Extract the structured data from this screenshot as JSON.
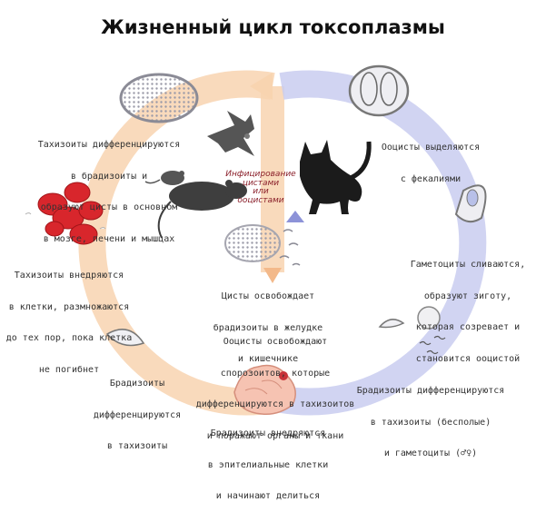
{
  "title": "Жизненный цикл токсоплазмы",
  "center_label": [
    "Инфицирование",
    "цистами",
    "или",
    "ооцистами"
  ],
  "labels": {
    "tachy_to_brady": [
      "Тахизоиты дифференцируются",
      "в брадизоиты и",
      "образуют цисты в основном",
      "в мозге, печени и мышцах"
    ],
    "tachy_invade": [
      "Тахизоиты внедряются",
      "в клетки, размножаются",
      "до тех пор, пока клетка",
      "не погибнет"
    ],
    "brady_to_tachy": [
      "Брадизоиты",
      "дифференцируются",
      "в тахизоиты"
    ],
    "oocysts_fecal": [
      "Ооцисты выделяются",
      "с фекалиями"
    ],
    "gametocytes": [
      "Гаметоциты сливаются,",
      "образуют зиготу,",
      "которая созревает и",
      "становится ооцистой"
    ],
    "cysts_release": [
      "Цисты освобождает",
      "брадизоиты в желудке",
      "и кишечнике"
    ],
    "oocysts_release": [
      "Ооцисты освобождают",
      "спорозоитов, которые",
      "дифференцируются в тахизоитов",
      "и поражают органы и ткани"
    ],
    "brady_gametocytes": [
      "Брадизоиты дифференцируются",
      "в тахизоиты (бесполые)",
      "и гаметоциты (♂♀)"
    ],
    "brady_invade": [
      "Брадизоиты внедряются",
      "в эпителиальные клетки",
      "и начинают делиться"
    ]
  },
  "colors": {
    "left_cycle": "#f8d4b0",
    "right_cycle": "#c9ccf0",
    "title": "#111111",
    "text": "#333333",
    "center_text": "#8a1f2a",
    "blood_cell": "#d8262c"
  }
}
